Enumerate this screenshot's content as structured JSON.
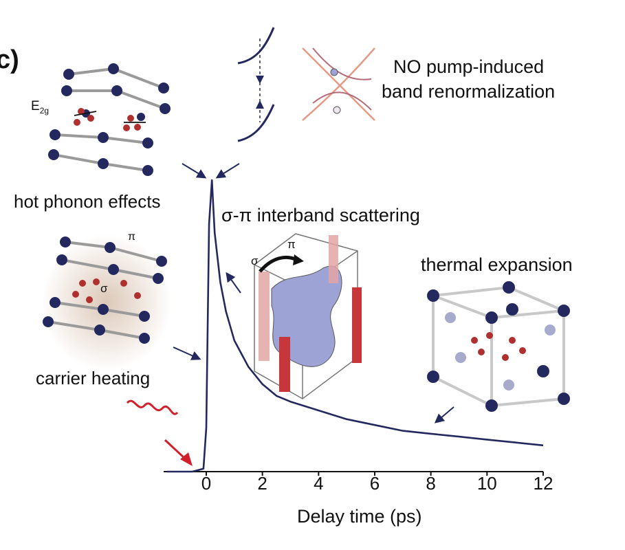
{
  "panel_letter": "c)",
  "labels": {
    "band_renorm_line1": "NO pump-induced",
    "band_renorm_line2": "band renormalization",
    "hot_phonon": "hot phonon effects",
    "mode_E": "E",
    "mode_sub": "2g",
    "interband": "σ-π interband scattering",
    "thermal": "thermal expansion",
    "carrier": "carrier heating",
    "sigma": "σ",
    "pi": "π"
  },
  "colors": {
    "trace": "#23285e",
    "atom_blue": "#23285e",
    "atom_red": "#b03030",
    "bond": "#9a9a9a",
    "pulse": "#d0202c",
    "band": "#e39a86",
    "fermi": "#9ea3d6",
    "glow": "#d8c2b0",
    "tube": "#c6363a"
  },
  "icons": {
    "pulse": "wavy-pulse-icon",
    "lattice": "lattice-structure-icon",
    "band": "band-crossing-icon",
    "fermi": "fermi-surface-icon"
  },
  "chart_data": {
    "type": "line",
    "xlabel": "Delay time (ps)",
    "ylabel": "",
    "xlim": [
      -1.4,
      12.3
    ],
    "ylim": [
      0,
      1
    ],
    "xticks": [
      0,
      2,
      4,
      6,
      8,
      10,
      12
    ],
    "grid": false,
    "series": [
      {
        "x": [
          -1.4,
          -0.5,
          -0.1,
          0.0,
          0.1,
          0.2,
          0.3,
          0.5,
          0.7,
          1.0,
          1.5,
          2.0,
          2.5,
          3.0,
          4.0,
          5.0,
          6.0,
          7.0,
          8.0,
          9.0,
          10.0,
          11.0,
          12.0
        ],
        "y": [
          0.0,
          0.0,
          0.01,
          0.15,
          0.85,
          1.0,
          0.82,
          0.65,
          0.55,
          0.45,
          0.36,
          0.3,
          0.26,
          0.24,
          0.21,
          0.18,
          0.16,
          0.14,
          0.13,
          0.12,
          0.11,
          0.1,
          0.09
        ]
      }
    ]
  }
}
